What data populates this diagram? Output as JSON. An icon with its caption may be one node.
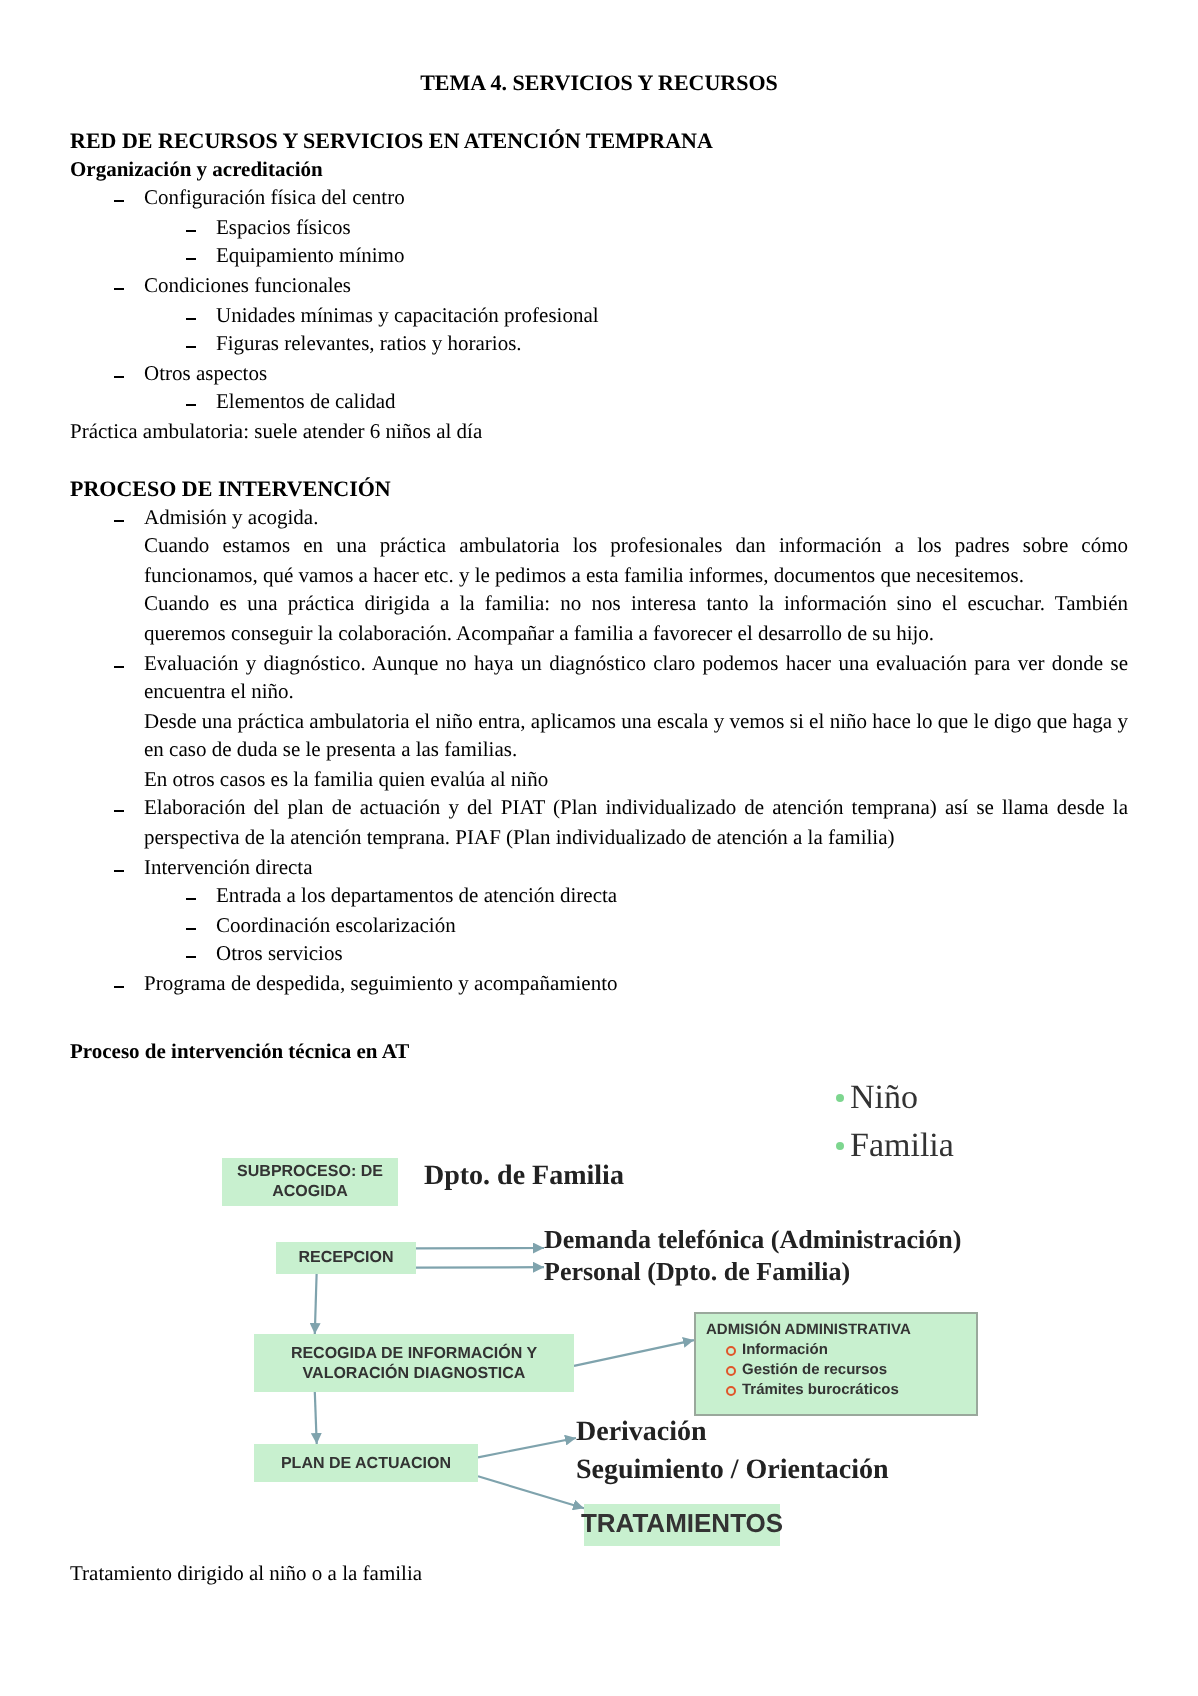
{
  "diagram": {
    "title": "TEMA 4. SERVICIOS Y RECURSOS",
    "nodes": [
      {
        "text": [
          "SUBPROCESO: DE ACOGIDA"
        ],
        "beside": [
          "Dpto. de Familia"
        ]
      },
      {
        "text": [
          "RECEPCION"
        ]
      },
      {
        "text": [
          "Demanda telefónica (Administración)"
        ]
      },
      {
        "text": [
          "Personal (Dpto. de Familia)"
        ]
      },
      {
        "text": [
          "RECOGIDA DE INFORMACIÓN Y VALORACIÓN DIAGNOSTICA"
        ]
      },
      {
        "text": [
          "ADMISIÓN ADMINISTRATIVA",
          "Información",
          "Gestión de recursos",
          "Trámites burocráticos"
        ]
      },
      {
        "text": [
          "PLAN DE ACTUACION"
        ]
      },
      {
        "text": [
          "Derivación",
          "Seguimiento / Orientación"
        ]
      },
      {
        "text": [
          "TRATAMIENTOS"
        ]
      }
    ],
    "edges": [
      {
        "from": 1,
        "to": 2,
        "arrow": "to"
      },
      {
        "from": 1,
        "to": 3,
        "arrow": "to"
      },
      {
        "from": 1,
        "to": 4,
        "arrow": "to"
      },
      {
        "from": 4,
        "to": 5,
        "arrow": "to"
      },
      {
        "from": 4,
        "to": 6,
        "arrow": "to"
      },
      {
        "from": 6,
        "to": 7,
        "arrow": "to"
      },
      {
        "from": 6,
        "to": 8,
        "arrow": "to"
      }
    ],
    "labels": [
      "RED DE RECURSOS Y SERVICIOS EN ATENCIÓN TEMPRANA",
      "Organización y acreditación",
      "Configuración física del centro",
      "Espacios físicos",
      "Equipamiento mínimo",
      "Condiciones funcionales",
      "Unidades mínimas y capacitación profesional",
      "Figuras relevantes, ratios y horarios.",
      "Otros aspectos",
      "Elementos de calidad",
      "Práctica ambulatoria: suele atender 6 niños al día",
      "PROCESO DE INTERVENCIÓN",
      "Admisión y acogida.",
      "Cuando estamos en una práctica ambulatoria los profesionales dan información a los padres sobre cómo funcionamos, qué vamos a hacer etc. y le pedimos a esta familia informes, documentos que necesitemos.",
      "Cuando es una práctica dirigida a la familia: no nos interesa tanto la información sino el escuchar. También queremos conseguir la colaboración. Acompañar a familia a favorecer el desarrollo de su hijo.",
      "Evaluación y diagnóstico. Aunque no haya un diagnóstico claro podemos hacer una evaluación para ver donde se encuentra el niño.",
      "Desde una práctica ambulatoria el niño entra, aplicamos una escala y vemos si el niño hace lo que le digo que haga y en caso de duda se le presenta a las familias.",
      "En otros casos es la familia quien evalúa al niño",
      "Elaboración del plan de actuación y del PIAT (Plan individualizado de atención temprana) así se llama desde la perspectiva de la atención temprana. PIAF (Plan individualizado de atención a la familia)",
      "Intervención directa",
      "Entrada a los departamentos de atención directa",
      "Coordinación escolarización",
      "Otros servicios",
      "Programa de despedida, seguimiento y acompañamiento",
      "Proceso de intervención técnica en AT",
      "Niño",
      "Familia",
      "Tratamiento dirigido al niño o a la familia"
    ]
  }
}
